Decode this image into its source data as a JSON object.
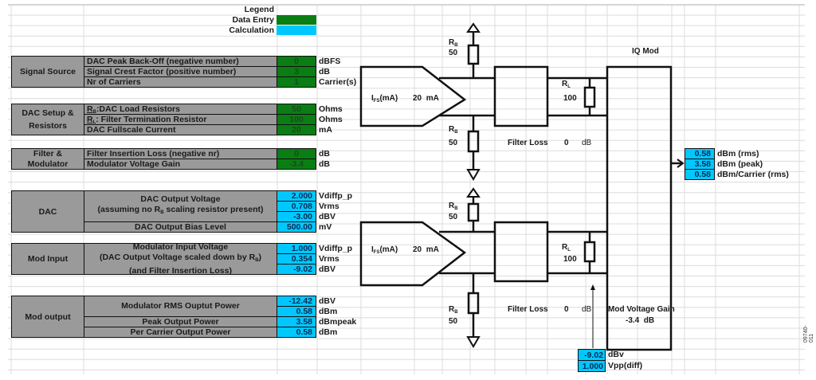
{
  "legend": {
    "title": "Legend",
    "data_entry_label": "Data Entry",
    "calculation_label": "Calculation",
    "data_entry_color": "#0a7d14",
    "calculation_color": "#00c8ff"
  },
  "signal_source": {
    "group_label": "Signal Source",
    "rows": [
      {
        "label": "DAC Peak Back-Off (negative number)",
        "value": "0",
        "unit": "dBFS"
      },
      {
        "label": "Signal Crest Factor (positive number)",
        "value": "3",
        "unit": "dB"
      },
      {
        "label": "Nr of Carriers",
        "value": "1",
        "unit": "Carrier(s)"
      }
    ]
  },
  "dac_setup": {
    "group_label_line1": "DAC Setup &",
    "group_label_line2": "Resistors",
    "rows": [
      {
        "label_prefix": "R",
        "label_sub": "B",
        "label_rest": ":DAC Load Resistors",
        "value": "50",
        "unit": "Ohms"
      },
      {
        "label_prefix": "R",
        "label_sub": "L",
        "label_rest": ": Filter Termination Resistor",
        "value": "100",
        "unit": "Ohms"
      },
      {
        "label": "DAC Fullscale Current",
        "value": "20",
        "unit": "mA"
      }
    ]
  },
  "filter_mod": {
    "group_label_line1": "Filter &",
    "group_label_line2": "Modulator",
    "rows": [
      {
        "label": "Filter Insertion Loss (negative nr)",
        "value": "0",
        "unit": "dB"
      },
      {
        "label": "Modulator Voltage Gain",
        "value": "-3.4",
        "unit": "dB"
      }
    ]
  },
  "dac": {
    "group_label": "DAC",
    "desc_line1": "DAC Output Voltage",
    "desc_line2_pre": "(assuming no R",
    "desc_line2_sub": "B",
    "desc_line2_post": " scaling resistor present)",
    "bias_label": "DAC Output Bias Level",
    "rows": [
      {
        "value": "2.000",
        "unit": "Vdiffp_p"
      },
      {
        "value": "0.708",
        "unit": "Vrms"
      },
      {
        "value": "-3.00",
        "unit": "dBV"
      },
      {
        "value": "500.00",
        "unit": "mV"
      }
    ]
  },
  "mod_input": {
    "group_label": "Mod Input",
    "desc_line1": "Modulator Input Voltage",
    "desc_line2_pre": "(DAC Output Voltage scaled down by R",
    "desc_line2_sub": "B",
    "desc_line2_post": ")",
    "desc_line3": "(and Filter Insertion Loss)",
    "rows": [
      {
        "value": "1.000",
        "unit": "Vdiffp_p"
      },
      {
        "value": "0.354",
        "unit": "Vrms"
      },
      {
        "value": "-9.02",
        "unit": "dBV"
      }
    ]
  },
  "mod_output": {
    "group_label": "Mod output",
    "rms_label": "Modulator RMS Ouptut Power",
    "peak_label": "Peak Output Power",
    "carrier_label": "Per Carrier Output Power",
    "rows": [
      {
        "value": "-12.42",
        "unit": "dBV"
      },
      {
        "value": "0.58",
        "unit": "dBm"
      },
      {
        "value": "3.58",
        "unit": "dBmpeak"
      },
      {
        "value": "0.58",
        "unit": "dBm"
      }
    ]
  },
  "diagram": {
    "rb_label_prefix": "R",
    "rb_label_sub": "B",
    "rb_value": "50",
    "rl_label_prefix": "R",
    "rl_label_sub": "L",
    "rl_value": "100",
    "ifs_label_prefix": "I",
    "ifs_label_sub": "FS",
    "ifs_label_rest": "(mA)",
    "ifs_value": "20",
    "ifs_unit": "mA",
    "filter_loss_label": "Filter Loss",
    "filter_loss_value": "0",
    "filter_loss_unit": "dB",
    "iq_mod_label": "IQ Mod",
    "mod_gain_label": "Mod Voltage Gain",
    "mod_gain_value": "-3.4",
    "mod_gain_unit": "dB",
    "outputs": [
      {
        "value": "0.58",
        "unit": "dBm (rms)"
      },
      {
        "value": "3.58",
        "unit": "dBm (peak)"
      },
      {
        "value": "0.58",
        "unit": "dBm/Carrier (rms)"
      }
    ],
    "input_readouts": [
      {
        "value": "-9.02",
        "unit": "dBv"
      },
      {
        "value": "1.000",
        "unit": "Vpp(diff)"
      }
    ]
  },
  "figure_id": "09740-011"
}
